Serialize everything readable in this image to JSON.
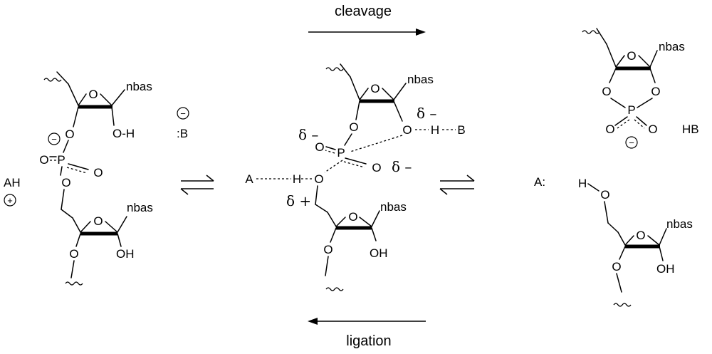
{
  "arrows": {
    "top_label": "cleavage",
    "bottom_label": "ligation"
  },
  "atoms": {
    "oxygen": "O",
    "phosphorus": "P",
    "hydroxyl_h": "O-H",
    "hydroxyl": "OH",
    "hydrogen": "H",
    "nucleobase": "nbas",
    "base": "B",
    "base_lone_pair": ":B",
    "acid": "A",
    "acid_lone_pair": "A:",
    "protonated_acid": "AH",
    "protonated_base": "HB",
    "minus_charge": "−",
    "plus_charge": "+"
  },
  "partial_charges": {
    "negative": "δ –",
    "positive": "δ +"
  }
}
